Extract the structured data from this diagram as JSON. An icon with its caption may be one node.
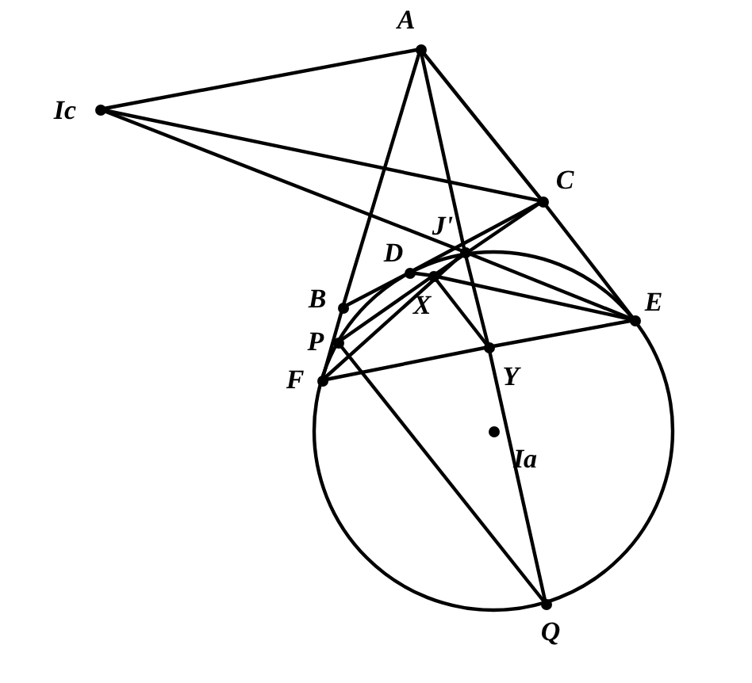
{
  "diagram": {
    "nodes": [
      {
        "text": [
          "A"
        ]
      },
      {
        "text": [
          "Ic"
        ]
      },
      {
        "text": [
          "C"
        ]
      },
      {
        "text": [
          "J'"
        ]
      },
      {
        "text": [
          "D"
        ]
      },
      {
        "text": [
          "X"
        ]
      },
      {
        "text": [
          "B"
        ]
      },
      {
        "text": [
          "E"
        ]
      },
      {
        "text": [
          "P"
        ]
      },
      {
        "text": [
          "F"
        ]
      },
      {
        "text": [
          "Y"
        ]
      },
      {
        "text": [
          "Ia"
        ]
      },
      {
        "text": [
          "Q"
        ]
      }
    ],
    "edges": [
      {
        "from": 1,
        "to": 0,
        "arrow": "none"
      },
      {
        "from": 1,
        "to": 2,
        "arrow": "none"
      },
      {
        "from": 1,
        "to": 3,
        "arrow": "none"
      },
      {
        "from": 3,
        "to": 7,
        "arrow": "none"
      },
      {
        "from": 0,
        "to": 2,
        "arrow": "none"
      },
      {
        "from": 2,
        "to": 7,
        "arrow": "none"
      },
      {
        "from": 0,
        "to": 6,
        "arrow": "none"
      },
      {
        "from": 6,
        "to": 9,
        "arrow": "none"
      },
      {
        "from": 0,
        "to": 3,
        "arrow": "none"
      },
      {
        "from": 3,
        "to": 10,
        "arrow": "none"
      },
      {
        "from": 10,
        "to": 12,
        "arrow": "none"
      },
      {
        "from": 6,
        "to": 4,
        "arrow": "none"
      },
      {
        "from": 4,
        "to": 2,
        "arrow": "none"
      },
      {
        "from": 8,
        "to": 5,
        "arrow": "none"
      },
      {
        "from": 5,
        "to": 2,
        "arrow": "none"
      },
      {
        "from": 9,
        "to": 3,
        "arrow": "none"
      },
      {
        "from": 4,
        "to": 5,
        "arrow": "none"
      },
      {
        "from": 5,
        "to": 7,
        "arrow": "none"
      },
      {
        "from": 9,
        "to": 10,
        "arrow": "none"
      },
      {
        "from": 10,
        "to": 7,
        "arrow": "none"
      },
      {
        "from": 8,
        "to": 12,
        "arrow": "none"
      },
      {
        "from": 5,
        "to": 10,
        "arrow": "none"
      }
    ]
  }
}
